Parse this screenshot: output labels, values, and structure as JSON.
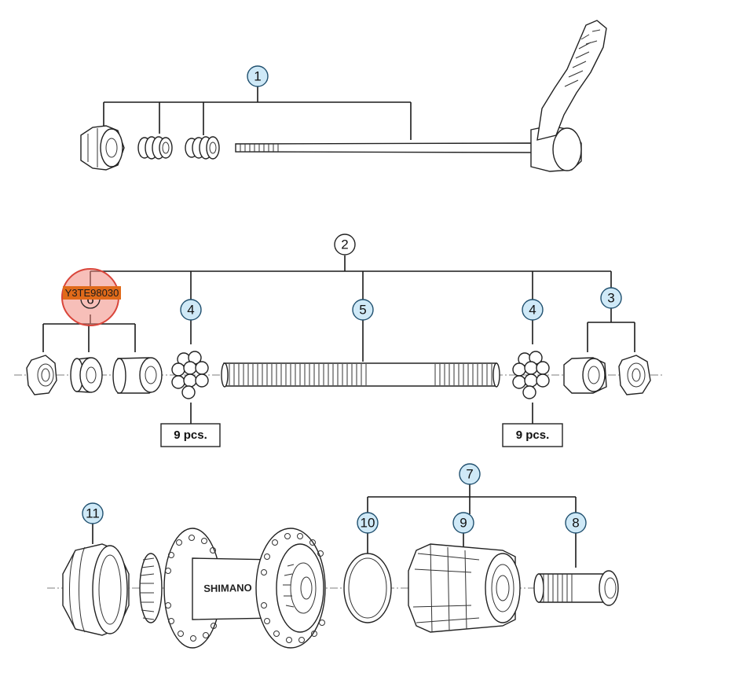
{
  "callouts": {
    "c1": "1",
    "c2": "2",
    "c3": "3",
    "c4a": "4",
    "c4b": "4",
    "c5": "5",
    "c6": "6",
    "c7": "7",
    "c8": "8",
    "c9": "9",
    "c10": "10",
    "c11": "11"
  },
  "quantities": {
    "left": "9 pcs.",
    "right": "9 pcs."
  },
  "hub_logo": "SHIMANO",
  "highlight": {
    "code": "Y3TE98030",
    "color": "#e8604c",
    "label_bg": "#e06a1a"
  },
  "colors": {
    "callout_fill": "#cfe9f7",
    "callout_stroke": "#1f4f6e"
  }
}
